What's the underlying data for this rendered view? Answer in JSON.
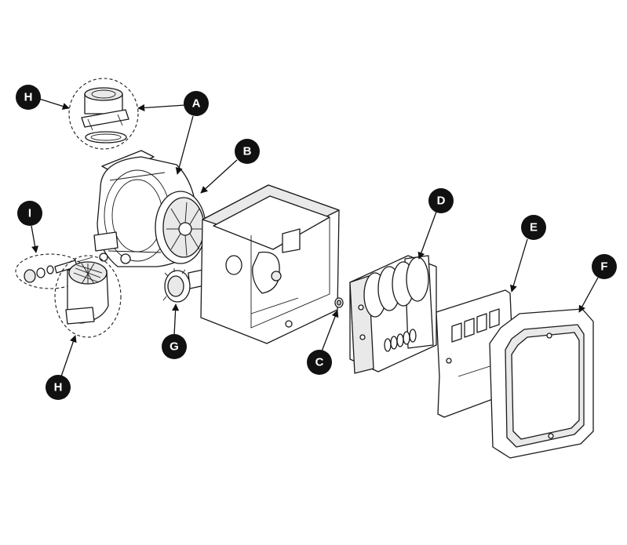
{
  "callouts": {
    "A": "A",
    "B": "B",
    "C": "C",
    "D": "D",
    "E": "E",
    "F": "F",
    "G": "G",
    "H_top": "H",
    "H_bottom": "H",
    "I": "I"
  },
  "colors": {
    "callout_fill": "#111111",
    "callout_text": "#ffffff",
    "line_art": "#1a1a1a"
  }
}
